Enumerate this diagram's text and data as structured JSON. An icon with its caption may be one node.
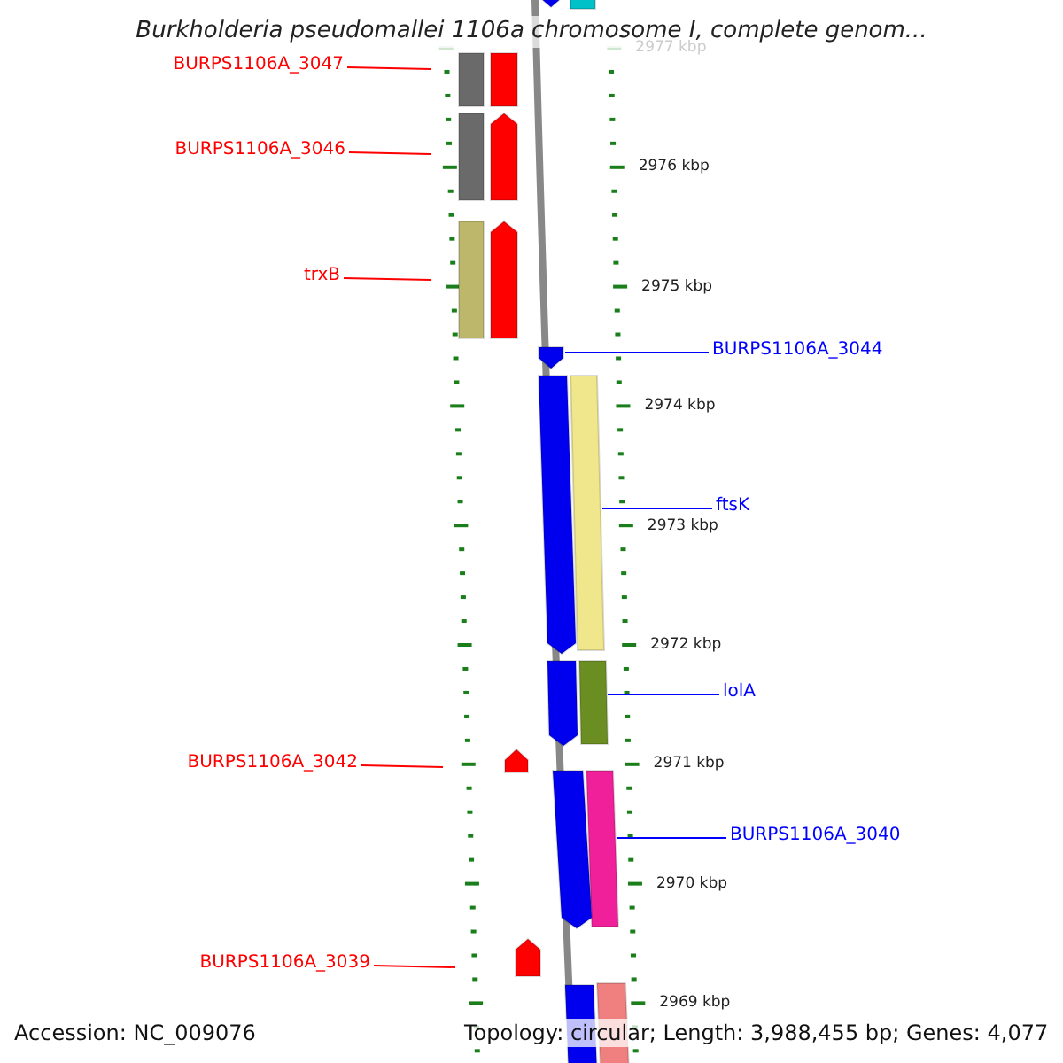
{
  "diagram": {
    "title": "Burkholderia pseudomallei 1106a chromosome I, complete genom...",
    "nodes": [
      {
        "text": [
          "BURPS1106A_3047"
        ]
      },
      {
        "text": [
          "BURPS1106A_3046"
        ]
      },
      {
        "text": [
          "trxB"
        ]
      },
      {
        "text": [
          "BURPS1106A_3044"
        ]
      },
      {
        "text": [
          "ftsK"
        ]
      },
      {
        "text": [
          "lolA"
        ]
      },
      {
        "text": [
          "BURPS1106A_3042"
        ]
      },
      {
        "text": [
          "BURPS1106A_3040"
        ]
      },
      {
        "text": [
          "BURPS1106A_3039"
        ]
      },
      {
        "text": [],
        "shape": "bar"
      },
      {
        "text": [],
        "shape": "bar"
      },
      {
        "text": [],
        "shape": "bar"
      },
      {
        "text": [],
        "shape": "bar"
      },
      {
        "text": [],
        "shape": "bar"
      },
      {
        "text": [],
        "shape": "bar"
      },
      {
        "text": [],
        "shape": "bar"
      },
      {
        "text": [],
        "shape": "bar"
      },
      {
        "text": [],
        "shape": "bar"
      },
      {
        "text": [],
        "shape": "bar"
      },
      {
        "text": [],
        "shape": "bar"
      },
      {
        "text": [],
        "shape": "bar"
      },
      {
        "text": [],
        "shape": "bar"
      },
      {
        "text": [],
        "shape": "bar"
      },
      {
        "text": [],
        "shape": "bar"
      },
      {
        "text": [],
        "shape": "bar"
      },
      {
        "text": [],
        "shape": "bar"
      },
      {
        "text": [],
        "shape": "bar"
      },
      {
        "text": [],
        "shape": "bar"
      }
    ],
    "edges": [
      {
        "from": 0,
        "to": null,
        "arrow": "none"
      },
      {
        "from": 1,
        "to": null,
        "arrow": "none"
      },
      {
        "from": 2,
        "to": null,
        "arrow": "none"
      },
      {
        "from": 3,
        "to": 9,
        "arrow": "none",
        "color": "#0000ff"
      },
      {
        "from": 4,
        "to": 10,
        "arrow": "none",
        "color": "#0000ff"
      },
      {
        "from": 5,
        "to": 11,
        "arrow": "none",
        "color": "#0000ff"
      },
      {
        "from": 6,
        "to": null,
        "arrow": "none"
      },
      {
        "from": 7,
        "to": 12,
        "arrow": "none",
        "color": "#0000ff"
      },
      {
        "from": 8,
        "to": null,
        "arrow": "none"
      }
    ],
    "labels": [
      "2977 kbp",
      "2976 kbp",
      "2975 kbp",
      "2974 kbp",
      "2973 kbp",
      "2972 kbp",
      "2971 kbp",
      "2970 kbp",
      "2969 kbp",
      "Accession: NC_009076",
      "Topology: circular; Length: 3,988,455 bp; Genes: 4,077"
    ]
  }
}
